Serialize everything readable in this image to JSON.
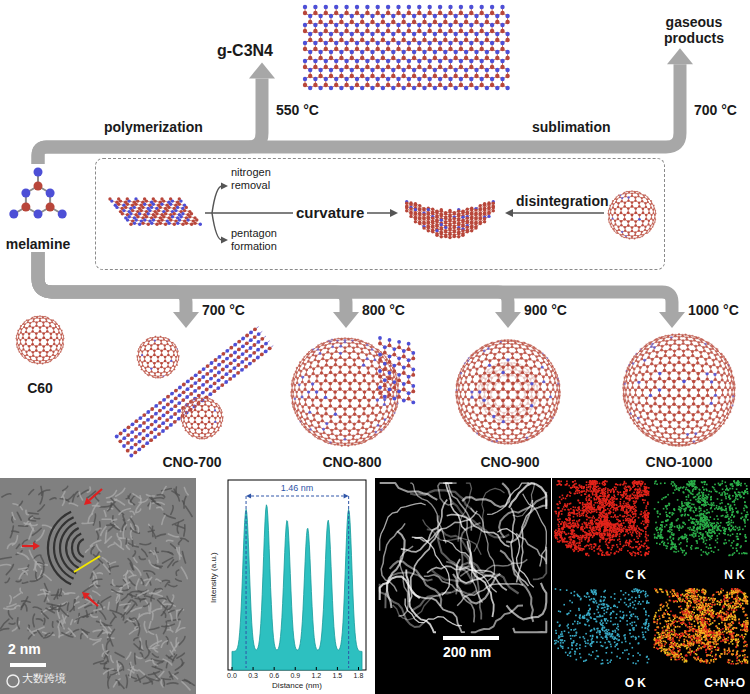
{
  "diagram": {
    "nodes": [
      {
        "text": [
          "g-C3N4"
        ]
      },
      {
        "text": [
          "gaseous products"
        ]
      },
      {
        "text": [
          "melamine"
        ]
      },
      {
        "text": [
          "nitrogen removal",
          "curvature",
          "pentagon formation",
          "disintegration"
        ]
      },
      {
        "text": [
          "C60"
        ]
      },
      {
        "text": [
          "CNO-700"
        ]
      },
      {
        "text": [
          "CNO-800"
        ]
      },
      {
        "text": [
          "CNO-900"
        ]
      },
      {
        "text": [
          "CNO-1000"
        ]
      },
      {
        "text": [
          "2 nm"
        ]
      },
      {
        "text": [
          "200 nm"
        ]
      },
      {
        "text": [
          "C K"
        ]
      },
      {
        "text": [
          "N K"
        ]
      },
      {
        "text": [
          "O K"
        ]
      },
      {
        "text": [
          "C+N+O"
        ]
      }
    ],
    "edges": [
      {
        "from": 2,
        "to": 0,
        "arrow": "to",
        "label": "550 °C"
      },
      {
        "from": 2,
        "to": 1,
        "arrow": "to",
        "label": "700 °C"
      },
      {
        "from": 2,
        "to": 5,
        "arrow": "to",
        "label": "700 °C"
      },
      {
        "from": 2,
        "to": 6,
        "arrow": "to",
        "label": "800 °C"
      },
      {
        "from": 2,
        "to": 7,
        "arrow": "to",
        "label": "900 °C"
      },
      {
        "from": 2,
        "to": 8,
        "arrow": "to",
        "label": "1000 °C"
      }
    ],
    "labels": [
      "polymerization",
      "sublimation",
      "1.46 nm",
      "Intensity (a.u.)",
      "Distance (nm)",
      "0.0",
      "0.3",
      "0.6",
      "0.9",
      "1.2",
      "1.5",
      "1.8",
      "大数跨境"
    ]
  }
}
